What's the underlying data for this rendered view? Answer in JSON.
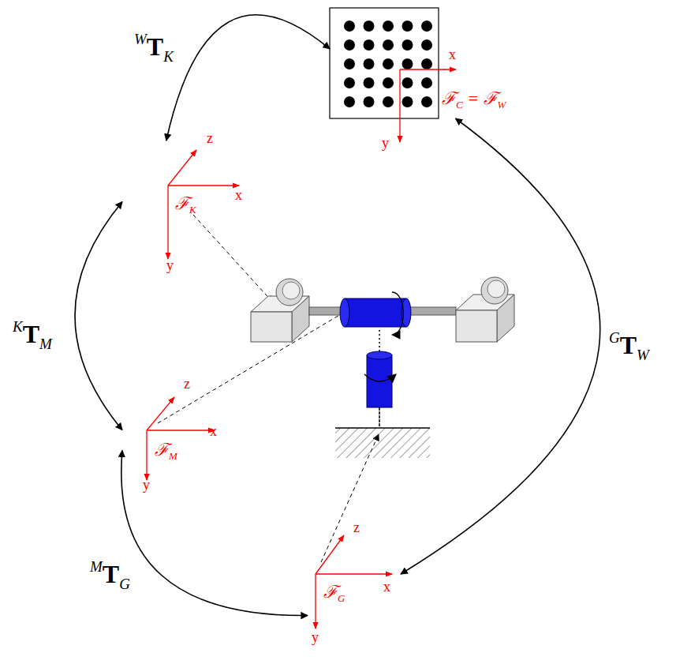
{
  "diagram": {
    "nodes": [
      {
        "text": [
          "ℱC = ℱW"
        ]
      },
      {
        "text": [
          "ℱK"
        ]
      },
      {
        "text": [
          "ℱM"
        ]
      },
      {
        "text": [
          "ℱG"
        ]
      }
    ],
    "edges": [
      {
        "from": 0,
        "to": 1,
        "arrow": "both",
        "label": "WTK"
      },
      {
        "from": 1,
        "to": 2,
        "arrow": "both",
        "label": "KTM"
      },
      {
        "from": 2,
        "to": 3,
        "arrow": "both",
        "label": "MTG"
      },
      {
        "from": 3,
        "to": 0,
        "arrow": "both",
        "label": "GTW"
      }
    ],
    "labels": [
      "x",
      "y",
      "z",
      "x",
      "y",
      "z",
      "x",
      "y",
      "z",
      "x",
      "y"
    ]
  }
}
